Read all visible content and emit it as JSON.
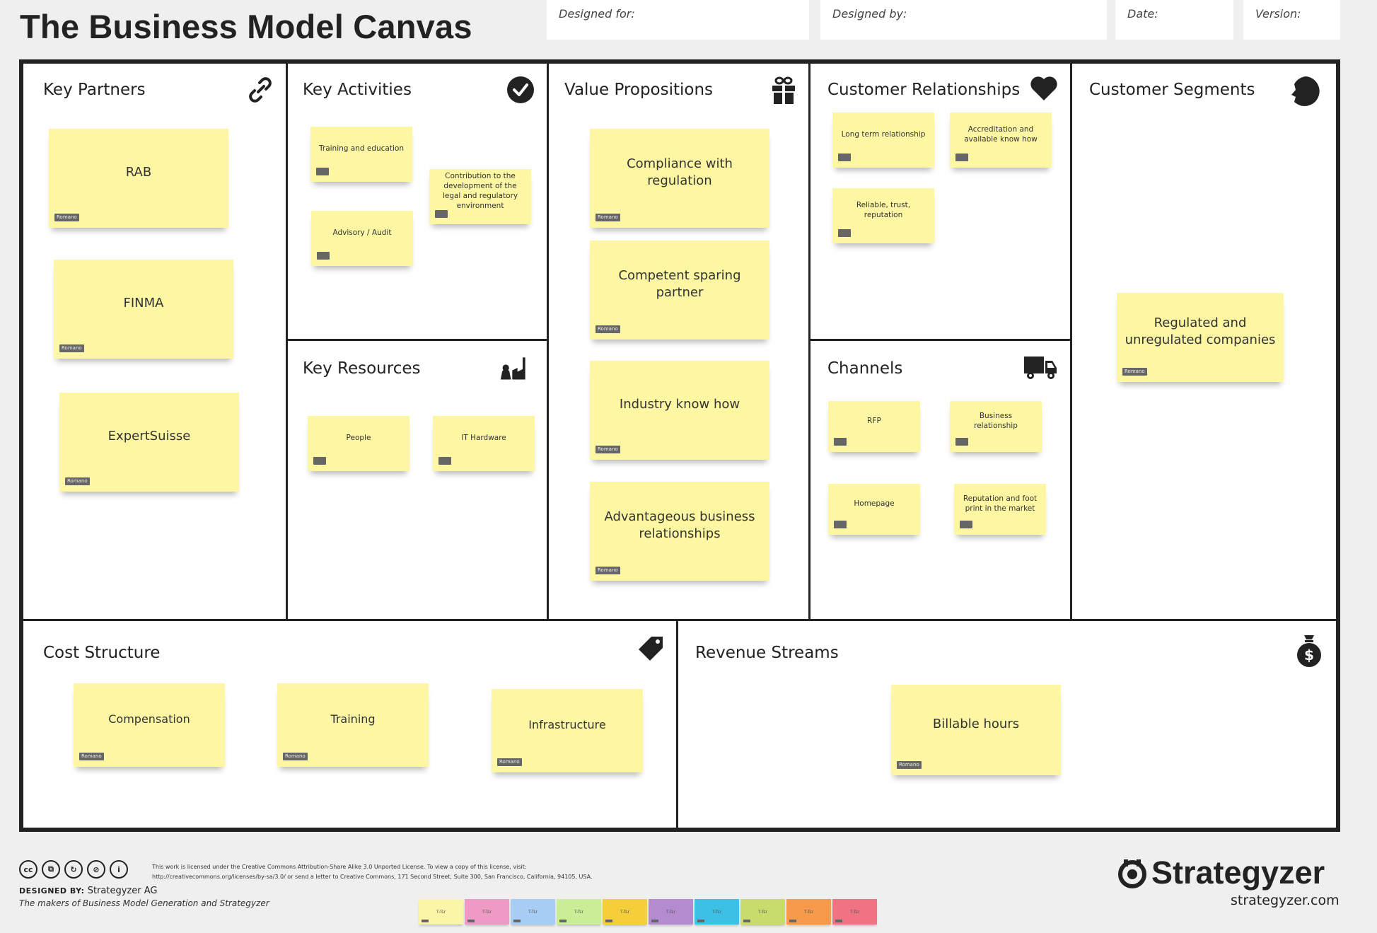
{
  "header": {
    "title": "The Business Model Canvas",
    "designed_for_label": "Designed for:",
    "designed_by_label": "Designed by:",
    "date_label": "Date:",
    "version_label": "Version:"
  },
  "blocks": {
    "key_partners": "Key Partners",
    "key_activities": "Key Activities",
    "key_resources": "Key Resources",
    "value_propositions": "Value Propositions",
    "customer_relationships": "Customer Relationships",
    "channels": "Channels",
    "customer_segments": "Customer Segments",
    "cost_structure": "Cost Structure",
    "revenue_streams": "Revenue Streams"
  },
  "notes": {
    "key_partners": [
      {
        "text": "RAB",
        "author": "Romano"
      },
      {
        "text": "FINMA",
        "author": "Romano"
      },
      {
        "text": "ExpertSuisse",
        "author": "Romano"
      }
    ],
    "key_activities": [
      {
        "text": "Training and education",
        "author": ""
      },
      {
        "text": "Contribution to the development of the legal and regulatory environment",
        "author": ""
      },
      {
        "text": "Advisory / Audit",
        "author": ""
      }
    ],
    "key_resources": [
      {
        "text": "People",
        "author": ""
      },
      {
        "text": "IT Hardware",
        "author": ""
      }
    ],
    "value_propositions": [
      {
        "text": "Compliance with regulation",
        "author": "Romano"
      },
      {
        "text": "Competent sparing partner",
        "author": "Romano"
      },
      {
        "text": "Industry know how",
        "author": "Romano"
      },
      {
        "text": "Advantageous business relationships",
        "author": "Romano"
      }
    ],
    "customer_relationships": [
      {
        "text": "Long term relationship",
        "author": ""
      },
      {
        "text": "Accreditation and available know how",
        "author": ""
      },
      {
        "text": "Reliable, trust, reputation",
        "author": ""
      }
    ],
    "channels": [
      {
        "text": "RFP",
        "author": ""
      },
      {
        "text": "Business relationship",
        "author": ""
      },
      {
        "text": "Homepage",
        "author": ""
      },
      {
        "text": "Reputation and foot print in the market",
        "author": ""
      }
    ],
    "customer_segments": [
      {
        "text": "Regulated and unregulated companies",
        "author": "Romano"
      }
    ],
    "cost_structure": [
      {
        "text": "Compensation",
        "author": "Romano"
      },
      {
        "text": "Training",
        "author": "Romano"
      },
      {
        "text": "Infrastructure",
        "author": "Romano"
      }
    ],
    "revenue_streams": [
      {
        "text": "Billable hours",
        "author": "Romano"
      }
    ]
  },
  "footer": {
    "license_line1": "This work is licensed under the Creative Commons Attribution-Share Alike 3.0 Unported License. To view a copy of this license, visit:",
    "license_line2": "http://creativecommons.org/licenses/by-sa/3.0/ or send a letter to Creative Commons, 171 Second Street, Suite 300, San Francisco, California, 94105, USA.",
    "designed_by_label": "DESIGNED BY:",
    "designed_by_value": "Strategyzer AG",
    "makers": "The makers of Business Model Generation and Strategyzer",
    "brand": "Strategyzer",
    "brand_url": "strategyzer.com",
    "swatch_label": "T-Tsr"
  },
  "colors": {
    "note": "#fdf7a3",
    "border": "#222222",
    "swatches": [
      "#fbf6a6",
      "#ef9ac4",
      "#a8cdf5",
      "#c9ee96",
      "#f5cf3a",
      "#b58bd0",
      "#3cc0e6",
      "#c7dc6a",
      "#f79a4b",
      "#f07384"
    ]
  }
}
